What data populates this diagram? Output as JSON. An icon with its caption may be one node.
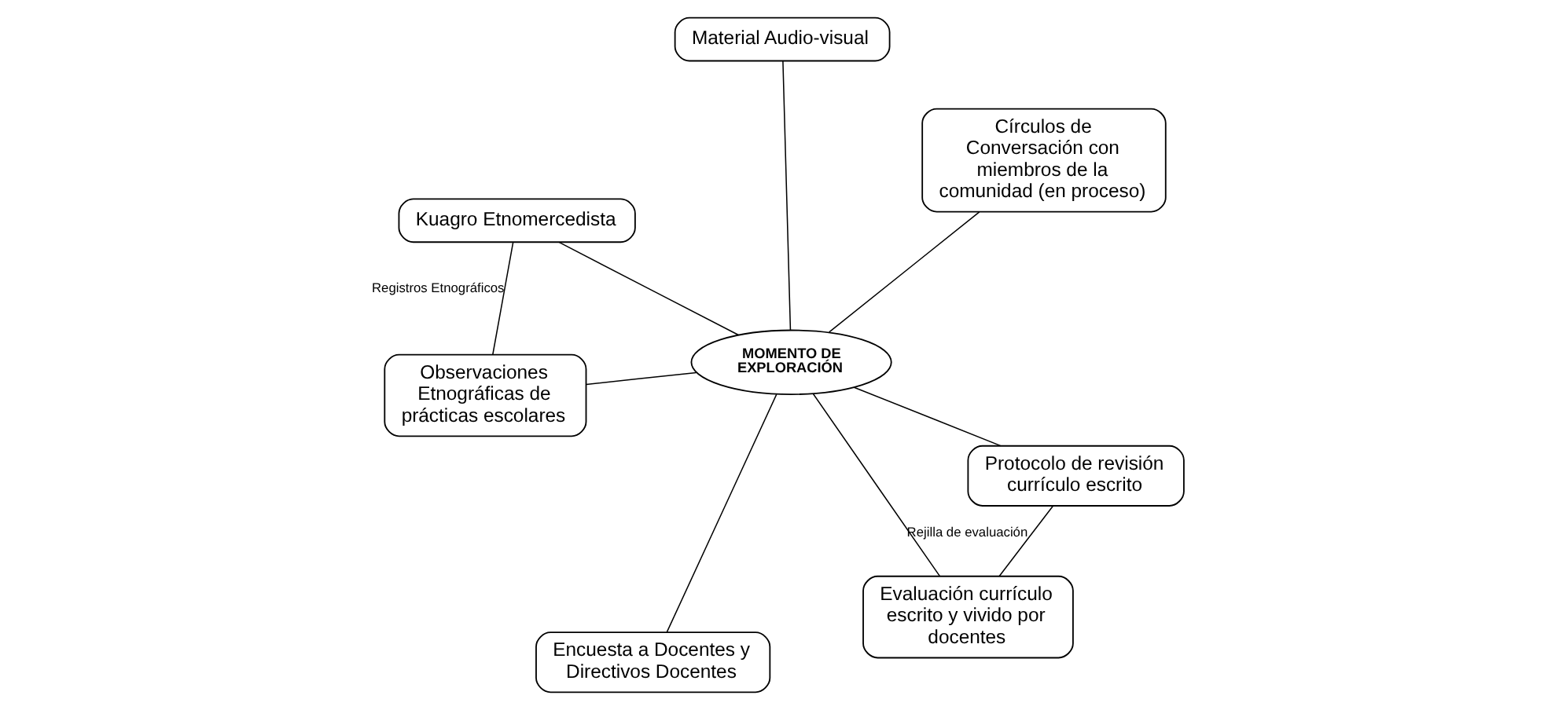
{
  "diagram": {
    "nodes": [
      {
        "text": [
          "Kuagro Etnomercedista"
        ]
      },
      {
        "text": [
          "Círculos de Conversación con miembros de la comunidad (en proceso)"
        ]
      },
      {
        "text": [
          "Observaciones Etnográficas de prácticas escolares"
        ]
      },
      {
        "text": [
          "MOMENTO DE EXPLORACIÓN"
        ]
      },
      {
        "text": [
          "Material Audio-visual"
        ]
      },
      {
        "text": [
          "Protocolo de revisión currículo escrito"
        ]
      },
      {
        "text": [
          "Encuesta a Docentes y Directivos Docentes"
        ]
      },
      {
        "text": [
          "Evaluación currículo escrito y vivido por docentes"
        ]
      }
    ],
    "edges": [
      {
        "from": 3,
        "to": 0,
        "arrow": "none"
      },
      {
        "from": 3,
        "to": 1,
        "arrow": "none"
      },
      {
        "from": 3,
        "to": 2,
        "arrow": "none"
      },
      {
        "from": 3,
        "to": 4,
        "arrow": "none"
      },
      {
        "from": 3,
        "to": 5,
        "arrow": "none"
      },
      {
        "from": 3,
        "to": 6,
        "arrow": "none"
      },
      {
        "from": 3,
        "to": 7,
        "arrow": "none"
      },
      {
        "from": 0,
        "to": 2,
        "arrow": "none",
        "label": "Registros Etnográficos"
      },
      {
        "from": 5,
        "to": 7,
        "arrow": "none",
        "label": "Rejilla de evaluación"
      }
    ]
  }
}
